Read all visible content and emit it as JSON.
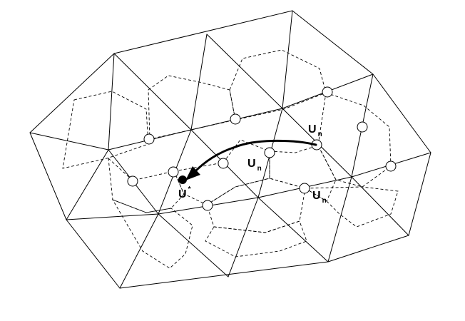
{
  "labels": {
    "u_star": {
      "main": "U",
      "sup": "*"
    },
    "u_n_top": {
      "main": "U",
      "sub": "n"
    },
    "u_n_mid": {
      "main": "U",
      "sub": "n"
    },
    "u_n_bottom": {
      "main": "U",
      "sub": "n"
    }
  }
}
